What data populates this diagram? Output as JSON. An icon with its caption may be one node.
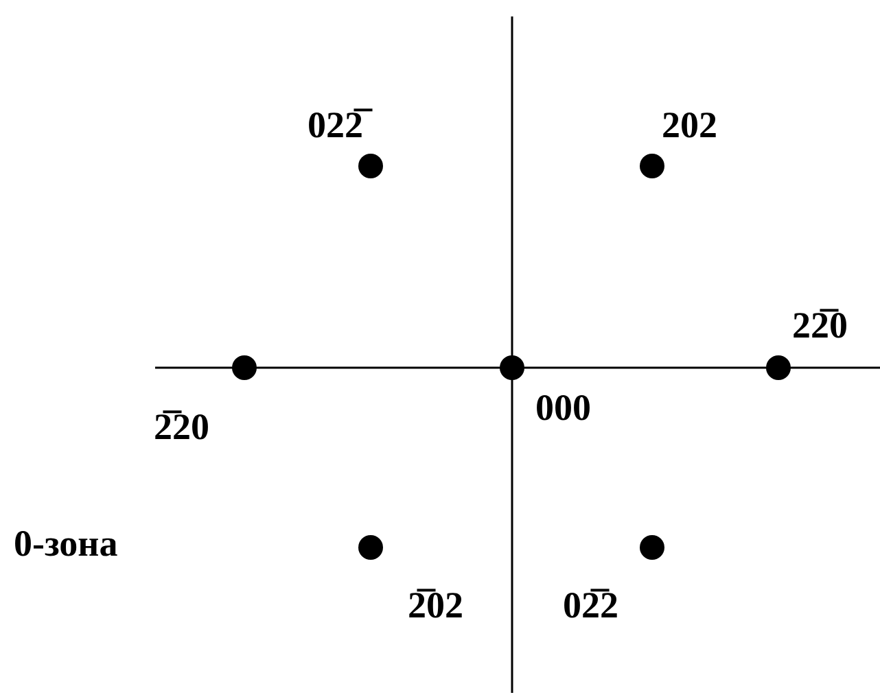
{
  "diagram": {
    "labels": [
      "022̅",
      "202",
      "22̅0",
      "2̅20",
      "000",
      "0-зона",
      "2̅02",
      "02̅2"
    ]
  }
}
